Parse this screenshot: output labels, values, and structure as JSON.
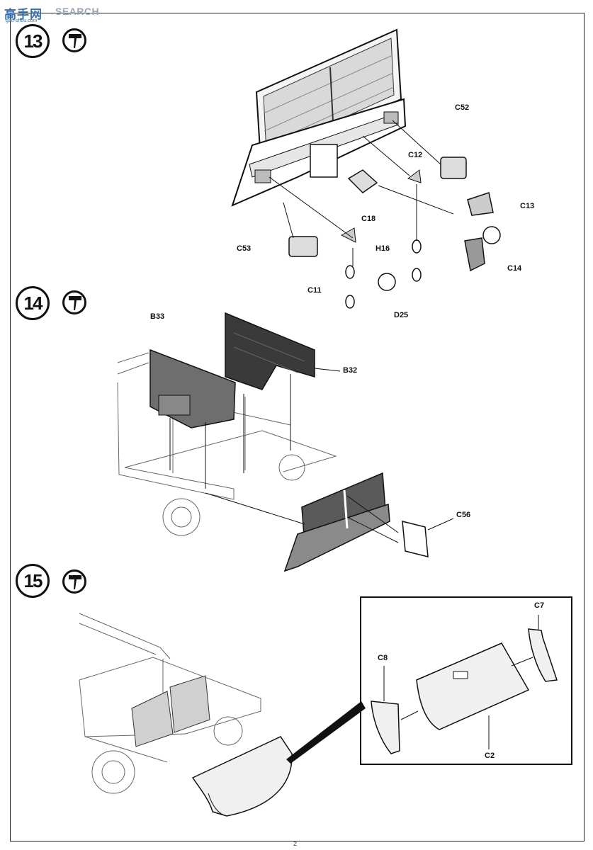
{
  "watermark": {
    "chinese": "高手网",
    "english": "SEARCH",
    "url": "gao-shou.com"
  },
  "steps": [
    {
      "number": "13",
      "parts": [
        "C52",
        "C12",
        "C13",
        "C18",
        "C53",
        "H16",
        "C14",
        "C11",
        "D25"
      ]
    },
    {
      "number": "14",
      "parts": [
        "B33",
        "B32",
        "C56"
      ]
    },
    {
      "number": "15",
      "parts": [
        "C7",
        "C8",
        "C2"
      ]
    }
  ],
  "page_number": "2"
}
